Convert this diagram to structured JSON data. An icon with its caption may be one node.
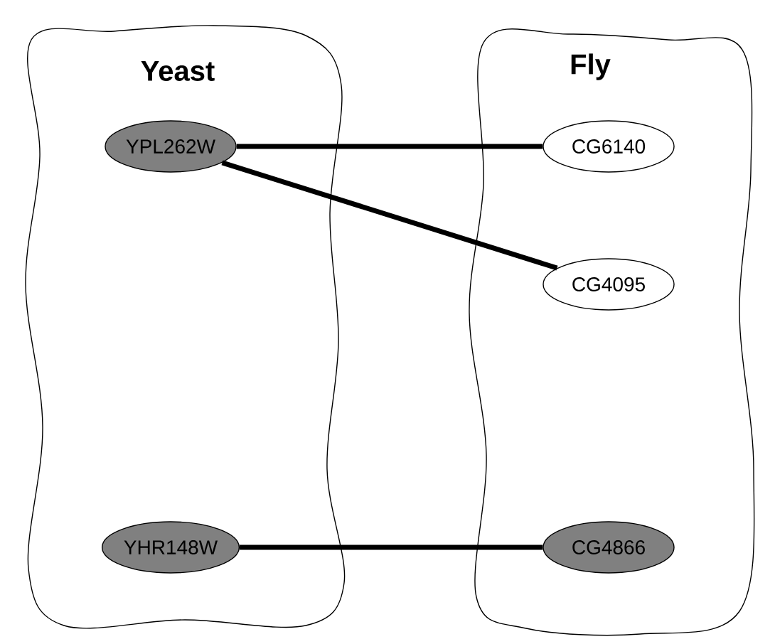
{
  "diagram": {
    "nodes": [
      {
        "text": [
          "Yeast"
        ]
      },
      {
        "text": [
          "YPL262W"
        ],
        "in": 0
      },
      {
        "text": [
          "YHR148W"
        ],
        "in": 0
      },
      {
        "text": [
          "Fly"
        ]
      },
      {
        "text": [
          "CG6140"
        ],
        "in": 3
      },
      {
        "text": [
          "CG4095"
        ],
        "in": 3
      },
      {
        "text": [
          "CG4866"
        ],
        "in": 3
      }
    ],
    "edges": [
      {
        "from": 1,
        "to": 4,
        "arrow": "none"
      },
      {
        "from": 1,
        "to": 5,
        "arrow": "none"
      },
      {
        "from": 2,
        "to": 6,
        "arrow": "none"
      }
    ]
  }
}
